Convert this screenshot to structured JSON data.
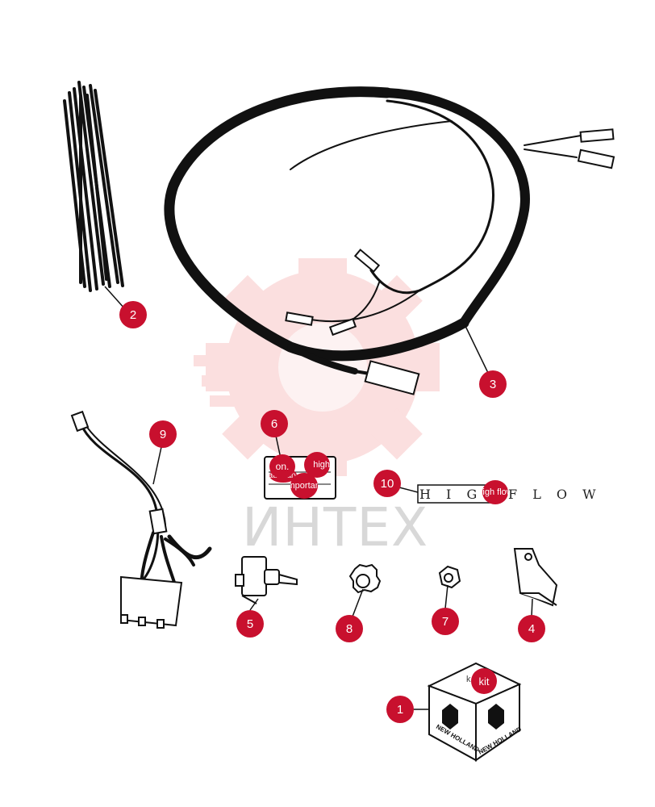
{
  "watermark": {
    "text": "ИНТЕХ",
    "color": "#f07070"
  },
  "accent": "#c8102e",
  "callouts": [
    {
      "label": "1"
    },
    {
      "label": "2"
    },
    {
      "label": "3"
    },
    {
      "label": "4"
    },
    {
      "label": "5"
    },
    {
      "label": "6"
    },
    {
      "label": "7"
    },
    {
      "label": "8"
    },
    {
      "label": "9"
    },
    {
      "label": "10"
    }
  ],
  "hotspots": {
    "on": "on.",
    "high": "high",
    "auxiliary": "auxiliary",
    "important": "important",
    "high_flow": "high flow",
    "kit": "kit",
    "kit_k": "k"
  },
  "decal": {
    "left": "H I G H",
    "right": "F L O W"
  },
  "brand": {
    "name": "NEW HOLLAND"
  }
}
